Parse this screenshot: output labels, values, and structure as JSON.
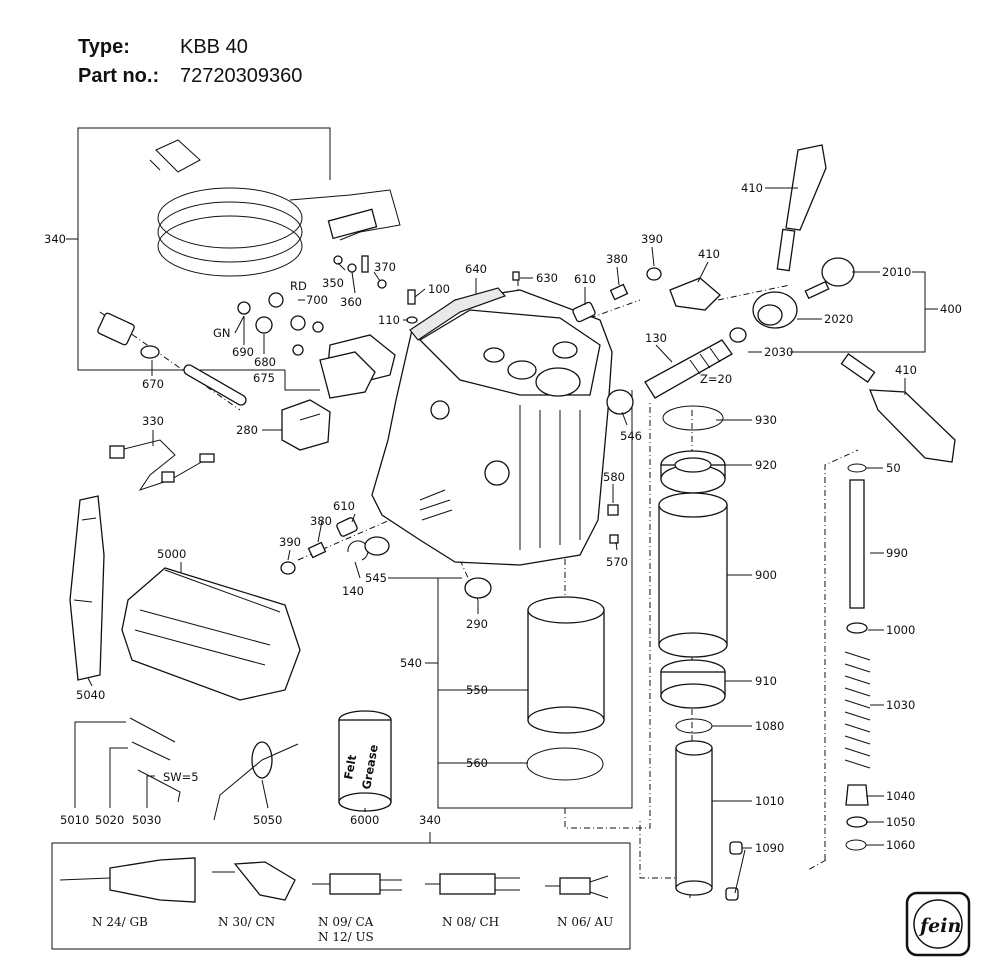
{
  "header": {
    "type_label": "Type:",
    "type_value": "KBB 40",
    "part_label": "Part no.:",
    "part_value": "72720309360"
  },
  "callouts": [
    {
      "id": "c340a",
      "text": "340"
    },
    {
      "id": "c350",
      "text": "350"
    },
    {
      "id": "c360",
      "text": "360"
    },
    {
      "id": "c370",
      "text": "370"
    },
    {
      "id": "cRD",
      "text": "RD"
    },
    {
      "id": "c700",
      "text": "700"
    },
    {
      "id": "cGN",
      "text": "GN"
    },
    {
      "id": "c690",
      "text": "690"
    },
    {
      "id": "c680",
      "text": "680"
    },
    {
      "id": "c675",
      "text": "675"
    },
    {
      "id": "c670",
      "text": "670"
    },
    {
      "id": "c330",
      "text": "330"
    },
    {
      "id": "c280",
      "text": "280"
    },
    {
      "id": "c640",
      "text": "640"
    },
    {
      "id": "c630",
      "text": "630"
    },
    {
      "id": "c100",
      "text": "100"
    },
    {
      "id": "c110",
      "text": "110"
    },
    {
      "id": "c610a",
      "text": "610"
    },
    {
      "id": "c380a",
      "text": "380"
    },
    {
      "id": "c390a",
      "text": "390"
    },
    {
      "id": "c410a",
      "text": "410"
    },
    {
      "id": "c410b",
      "text": "410"
    },
    {
      "id": "c2010",
      "text": "2010"
    },
    {
      "id": "c400",
      "text": "400"
    },
    {
      "id": "c2020",
      "text": "2020"
    },
    {
      "id": "c2030",
      "text": "2030"
    },
    {
      "id": "c130",
      "text": "130"
    },
    {
      "id": "cZ20",
      "text": "Z=20"
    },
    {
      "id": "c410c",
      "text": "410"
    },
    {
      "id": "c930",
      "text": "930"
    },
    {
      "id": "c546",
      "text": "546"
    },
    {
      "id": "c920",
      "text": "920"
    },
    {
      "id": "c50",
      "text": "50"
    },
    {
      "id": "c580",
      "text": "580"
    },
    {
      "id": "c610b",
      "text": "610"
    },
    {
      "id": "c380b",
      "text": "380"
    },
    {
      "id": "c390b",
      "text": "390"
    },
    {
      "id": "c570",
      "text": "570"
    },
    {
      "id": "c990",
      "text": "990"
    },
    {
      "id": "c545",
      "text": "545"
    },
    {
      "id": "c140",
      "text": "140"
    },
    {
      "id": "c900",
      "text": "900"
    },
    {
      "id": "c5000",
      "text": "5000"
    },
    {
      "id": "c290",
      "text": "290"
    },
    {
      "id": "c1000",
      "text": "1000"
    },
    {
      "id": "c540",
      "text": "540"
    },
    {
      "id": "c910",
      "text": "910"
    },
    {
      "id": "c550",
      "text": "550"
    },
    {
      "id": "c1030",
      "text": "1030"
    },
    {
      "id": "c5040",
      "text": "5040"
    },
    {
      "id": "c1080",
      "text": "1080"
    },
    {
      "id": "cSW",
      "text": "SW=5"
    },
    {
      "id": "c560",
      "text": "560"
    },
    {
      "id": "c1040",
      "text": "1040"
    },
    {
      "id": "c1010",
      "text": "1010"
    },
    {
      "id": "c1050",
      "text": "1050"
    },
    {
      "id": "c5010",
      "text": "5010"
    },
    {
      "id": "c5020",
      "text": "5020"
    },
    {
      "id": "c5030",
      "text": "5030"
    },
    {
      "id": "c5050",
      "text": "5050"
    },
    {
      "id": "c6000",
      "text": "6000"
    },
    {
      "id": "c340b",
      "text": "340"
    },
    {
      "id": "c1060",
      "text": "1060"
    },
    {
      "id": "c1090",
      "text": "1090"
    }
  ],
  "grease_can": {
    "line1": "Felt",
    "line2": "Grease"
  },
  "plugs": [
    {
      "id": "p1",
      "line1": "N 24/ GB",
      "line2": ""
    },
    {
      "id": "p2",
      "line1": "N 30/ CN",
      "line2": ""
    },
    {
      "id": "p3",
      "line1": "N 09/ CA",
      "line2": "N 12/ US"
    },
    {
      "id": "p4",
      "line1": "N 08/ CH",
      "line2": ""
    },
    {
      "id": "p5",
      "line1": "N 06/ AU",
      "line2": ""
    }
  ],
  "logo": {
    "text": "fein"
  }
}
